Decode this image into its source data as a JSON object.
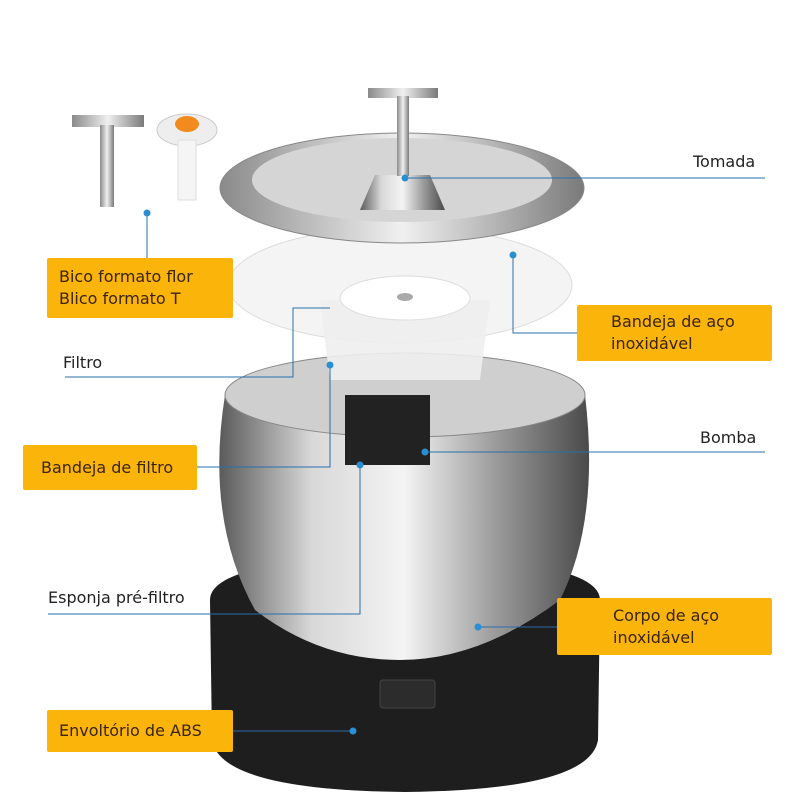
{
  "labels": {
    "tomada": "Tomada",
    "bico_flor": "Bico formato flor",
    "bico_t": "Blico formato T",
    "bandeja_aco_1": "Bandeja de aço",
    "bandeja_aco_2": "inoxidável",
    "filtro": "Filtro",
    "bomba": "Bomba",
    "bandeja_filtro": "Bandeja de filtro",
    "esponja": "Esponja pré-filtro",
    "corpo_1": "Corpo de aço",
    "corpo_2": "inoxidável",
    "envoltorio": "Envoltório de ABS"
  },
  "colors": {
    "label_box": "#fbb40a",
    "leader_line": "#2a8fd0",
    "base": "#1c1c1c"
  }
}
